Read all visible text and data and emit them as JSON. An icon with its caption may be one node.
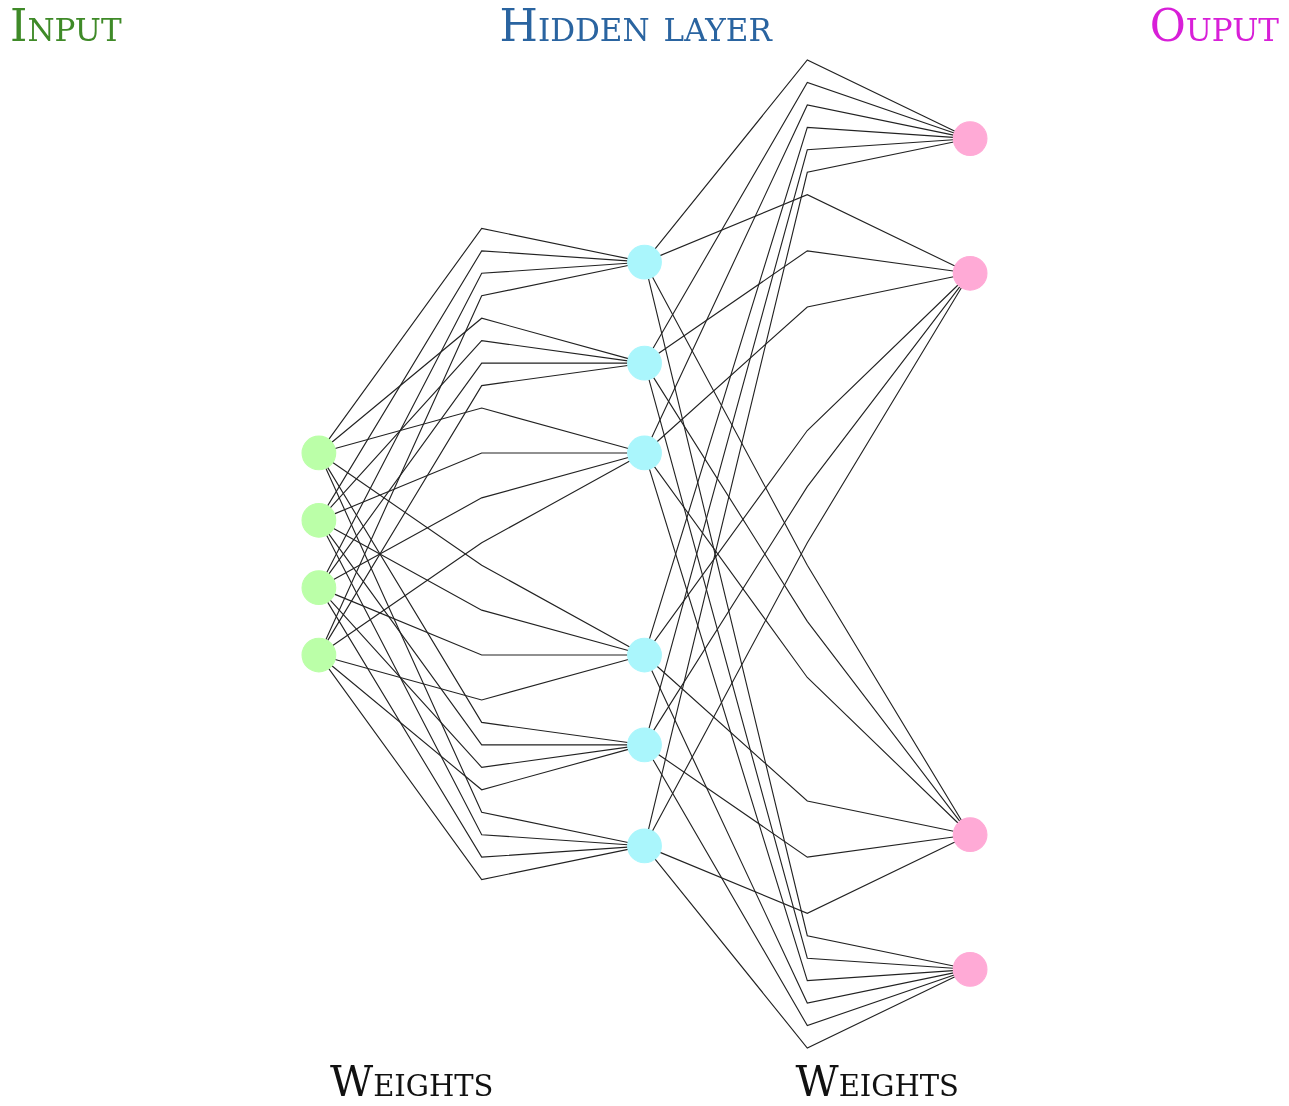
{
  "diagram": {
    "nodes": [
      {
        "text": [],
        "shape": "circle"
      },
      {
        "text": [],
        "shape": "circle"
      },
      {
        "text": [],
        "shape": "circle"
      },
      {
        "text": [],
        "shape": "circle"
      },
      {
        "text": [],
        "shape": "circle"
      },
      {
        "text": [],
        "shape": "circle"
      },
      {
        "text": [],
        "shape": "circle"
      },
      {
        "text": [],
        "shape": "circle"
      },
      {
        "text": [],
        "shape": "circle"
      },
      {
        "text": [],
        "shape": "circle"
      },
      {
        "text": [],
        "shape": "circle"
      },
      {
        "text": [],
        "shape": "circle"
      },
      {
        "text": [],
        "shape": "circle"
      },
      {
        "text": [],
        "shape": "circle"
      }
    ],
    "edges": [
      {
        "from": 0,
        "to": 4,
        "arrow": "none"
      },
      {
        "from": 0,
        "to": 5,
        "arrow": "none"
      },
      {
        "from": 0,
        "to": 6,
        "arrow": "none"
      },
      {
        "from": 0,
        "to": 7,
        "arrow": "none"
      },
      {
        "from": 0,
        "to": 8,
        "arrow": "none"
      },
      {
        "from": 0,
        "to": 9,
        "arrow": "none"
      },
      {
        "from": 1,
        "to": 4,
        "arrow": "none"
      },
      {
        "from": 1,
        "to": 5,
        "arrow": "none"
      },
      {
        "from": 1,
        "to": 6,
        "arrow": "none"
      },
      {
        "from": 1,
        "to": 7,
        "arrow": "none"
      },
      {
        "from": 1,
        "to": 8,
        "arrow": "none"
      },
      {
        "from": 1,
        "to": 9,
        "arrow": "none"
      },
      {
        "from": 2,
        "to": 4,
        "arrow": "none"
      },
      {
        "from": 2,
        "to": 5,
        "arrow": "none"
      },
      {
        "from": 2,
        "to": 6,
        "arrow": "none"
      },
      {
        "from": 2,
        "to": 7,
        "arrow": "none"
      },
      {
        "from": 2,
        "to": 8,
        "arrow": "none"
      },
      {
        "from": 2,
        "to": 9,
        "arrow": "none"
      },
      {
        "from": 3,
        "to": 4,
        "arrow": "none"
      },
      {
        "from": 3,
        "to": 5,
        "arrow": "none"
      },
      {
        "from": 3,
        "to": 6,
        "arrow": "none"
      },
      {
        "from": 3,
        "to": 7,
        "arrow": "none"
      },
      {
        "from": 3,
        "to": 8,
        "arrow": "none"
      },
      {
        "from": 3,
        "to": 9,
        "arrow": "none"
      },
      {
        "from": 4,
        "to": 10,
        "arrow": "none"
      },
      {
        "from": 4,
        "to": 11,
        "arrow": "none"
      },
      {
        "from": 4,
        "to": 12,
        "arrow": "none"
      },
      {
        "from": 4,
        "to": 13,
        "arrow": "none"
      },
      {
        "from": 5,
        "to": 10,
        "arrow": "none"
      },
      {
        "from": 5,
        "to": 11,
        "arrow": "none"
      },
      {
        "from": 5,
        "to": 12,
        "arrow": "none"
      },
      {
        "from": 5,
        "to": 13,
        "arrow": "none"
      },
      {
        "from": 6,
        "to": 10,
        "arrow": "none"
      },
      {
        "from": 6,
        "to": 11,
        "arrow": "none"
      },
      {
        "from": 6,
        "to": 12,
        "arrow": "none"
      },
      {
        "from": 6,
        "to": 13,
        "arrow": "none"
      },
      {
        "from": 7,
        "to": 10,
        "arrow": "none"
      },
      {
        "from": 7,
        "to": 11,
        "arrow": "none"
      },
      {
        "from": 7,
        "to": 12,
        "arrow": "none"
      },
      {
        "from": 7,
        "to": 13,
        "arrow": "none"
      },
      {
        "from": 8,
        "to": 10,
        "arrow": "none"
      },
      {
        "from": 8,
        "to": 11,
        "arrow": "none"
      },
      {
        "from": 8,
        "to": 12,
        "arrow": "none"
      },
      {
        "from": 8,
        "to": 13,
        "arrow": "none"
      },
      {
        "from": 9,
        "to": 10,
        "arrow": "none"
      },
      {
        "from": 9,
        "to": 11,
        "arrow": "none"
      },
      {
        "from": 9,
        "to": 12,
        "arrow": "none"
      },
      {
        "from": 9,
        "to": 13,
        "arrow": "none"
      }
    ],
    "labels": [
      "Input",
      "Hidden layer",
      "Ouput",
      "Weights",
      "Weights"
    ]
  }
}
